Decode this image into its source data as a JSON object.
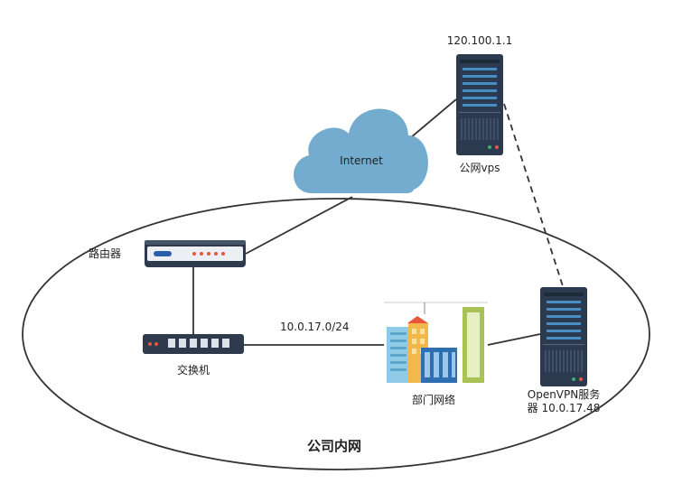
{
  "labels": {
    "internet": "Internet",
    "vps_ip": "120.100.1.1",
    "vps_name": "公网vps",
    "router": "路由器",
    "switch": "交换机",
    "subnet": "10.0.17.0/24",
    "dept_network": "部门网络",
    "openvpn_line1": "OpenVPN服务",
    "openvpn_line2": "器 10.0.17.48",
    "company_lan": "公司内网"
  },
  "colors": {
    "cloud": "#74ACCF",
    "server_body": "#2B3A4E",
    "server_bar": "#4A8FC4",
    "router_body": "#2F3A4C",
    "led_red": "#E8573C",
    "led_green": "#3BB273",
    "line": "#333333"
  },
  "icons": [
    "cloud-icon",
    "server-icon",
    "router-icon",
    "switch-icon",
    "buildings-icon"
  ]
}
